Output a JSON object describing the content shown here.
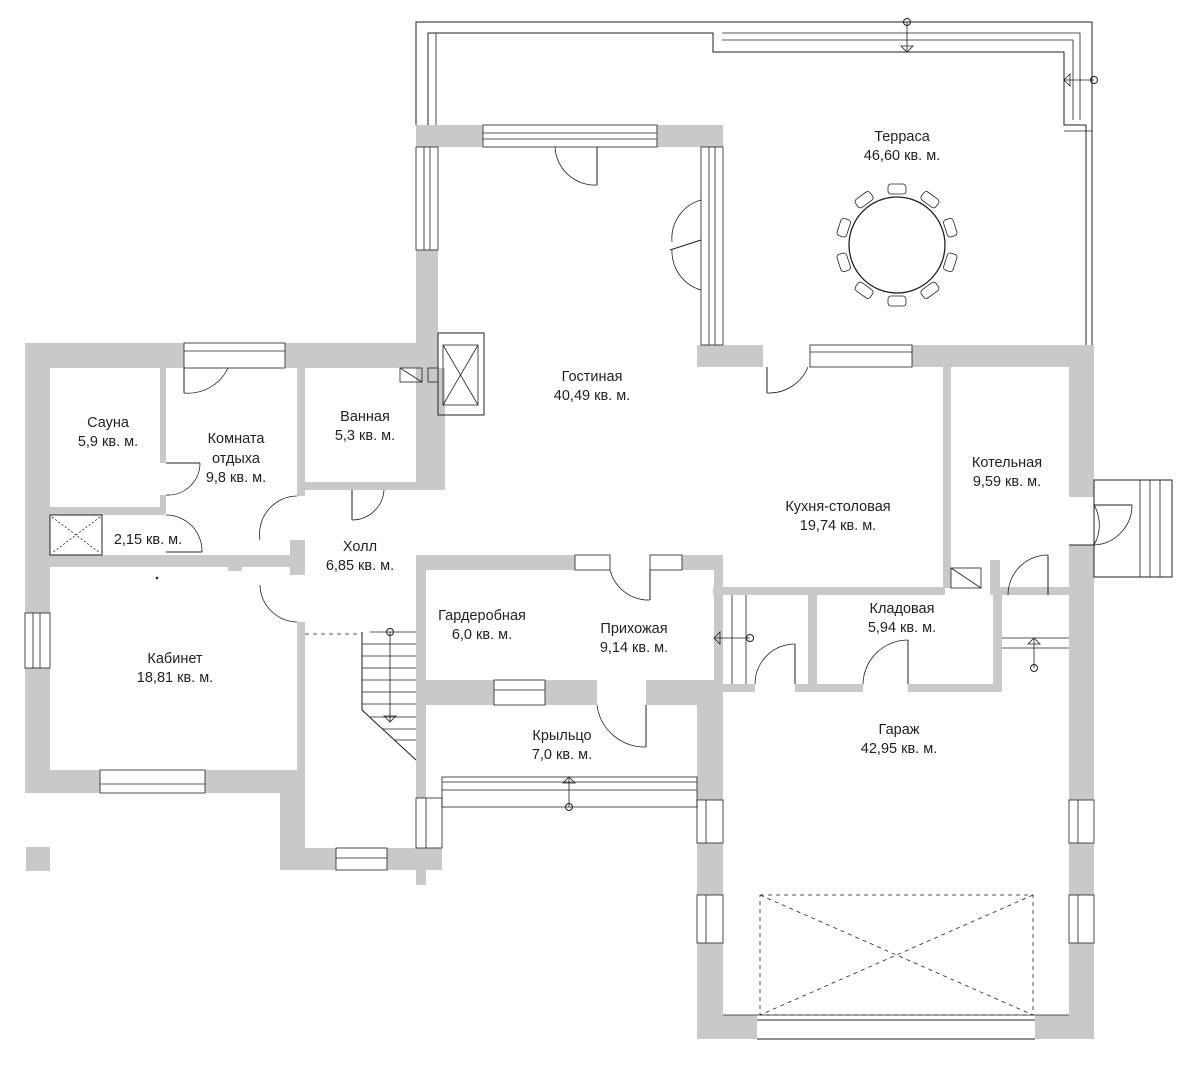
{
  "rooms": [
    {
      "id": "terrace",
      "name": "Терраса",
      "area": "46,60 кв. м."
    },
    {
      "id": "living",
      "name": "Гостиная",
      "area": "40,49 кв. м."
    },
    {
      "id": "sauna",
      "name": "Сауна",
      "area": "5,9 кв. м."
    },
    {
      "id": "rest",
      "name": "Комната",
      "name2": "отдыха",
      "area": "9,8 кв. м."
    },
    {
      "id": "bath",
      "name": "Ванная",
      "area": "5,3 кв. м."
    },
    {
      "id": "shower",
      "name": "",
      "area": "2,15 кв. м."
    },
    {
      "id": "hall",
      "name": "Холл",
      "area": "6,85 кв. м."
    },
    {
      "id": "boiler",
      "name": "Котельная",
      "area": "9,59 кв. м."
    },
    {
      "id": "kitchen",
      "name": "Кухня-столовая",
      "area": "19,74 кв. м."
    },
    {
      "id": "wardrobe",
      "name": "Гардеробная",
      "area": "6,0 кв. м."
    },
    {
      "id": "entry",
      "name": "Прихожая",
      "area": "9,14 кв. м."
    },
    {
      "id": "pantry",
      "name": "Кладовая",
      "area": "5,94 кв. м."
    },
    {
      "id": "study",
      "name": "Кабинет",
      "area": "18,81 кв. м."
    },
    {
      "id": "porch",
      "name": "Крыльцо",
      "area": "7,0 кв. м."
    },
    {
      "id": "garage",
      "name": "Гараж",
      "area": "42,95 кв. м."
    }
  ],
  "colors": {
    "wall": "#c9c9cb",
    "line": "#231f20",
    "background": "#ffffff"
  }
}
